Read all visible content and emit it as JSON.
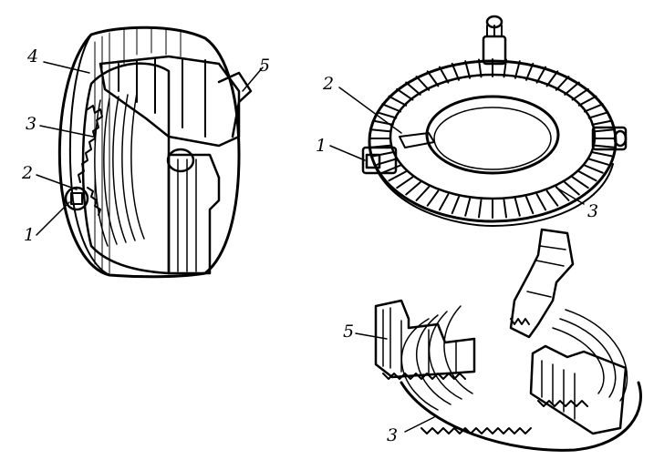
{
  "figures": [
    {
      "id": "chuck-assembly",
      "labels": {
        "body": "4",
        "scroll": "3",
        "pinion": "2",
        "key_socket": "1",
        "jaw": "5"
      }
    },
    {
      "id": "scroll-and-pinions",
      "labels": {
        "pinion": "2",
        "key_socket": "1",
        "scroll": "3"
      }
    },
    {
      "id": "jaws-on-scroll",
      "labels": {
        "jaw": "5",
        "scroll": "3"
      }
    }
  ],
  "colors": {
    "ink": "#000000",
    "paper": "#ffffff"
  }
}
